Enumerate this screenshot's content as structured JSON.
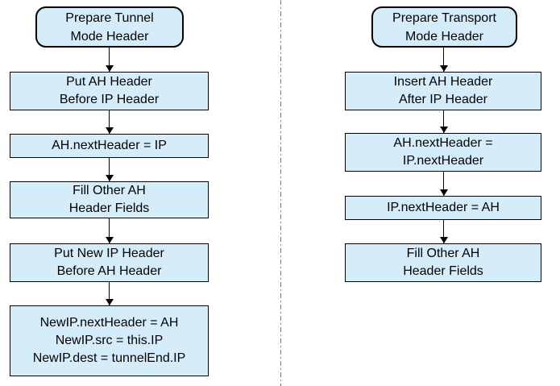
{
  "colors": {
    "background": "#ffffff",
    "node_fill": "#d5edfb",
    "node_border": "#000000",
    "arrow": "#000000",
    "divider": "#808080",
    "text": "#000000"
  },
  "flows": {
    "tunnel": {
      "nodes": [
        {
          "label": "Prepare Tunnel\nMode Header"
        },
        {
          "label": "Put AH Header\nBefore IP Header"
        },
        {
          "label": "AH.nextHeader = IP"
        },
        {
          "label": "Fill Other AH\nHeader Fields"
        },
        {
          "label": "Put New IP Header\nBefore AH Header"
        },
        {
          "label": "NewIP.nextHeader = AH\nNewIP.src = this.IP\nNewIP.dest = tunnelEnd.IP"
        }
      ]
    },
    "transport": {
      "nodes": [
        {
          "label": "Prepare Transport\nMode Header"
        },
        {
          "label": "Insert AH Header\nAfter IP Header"
        },
        {
          "label": "AH.nextHeader =\nIP.nextHeader"
        },
        {
          "label": "IP.nextHeader = AH"
        },
        {
          "label": "Fill Other AH\nHeader Fields"
        }
      ]
    }
  }
}
